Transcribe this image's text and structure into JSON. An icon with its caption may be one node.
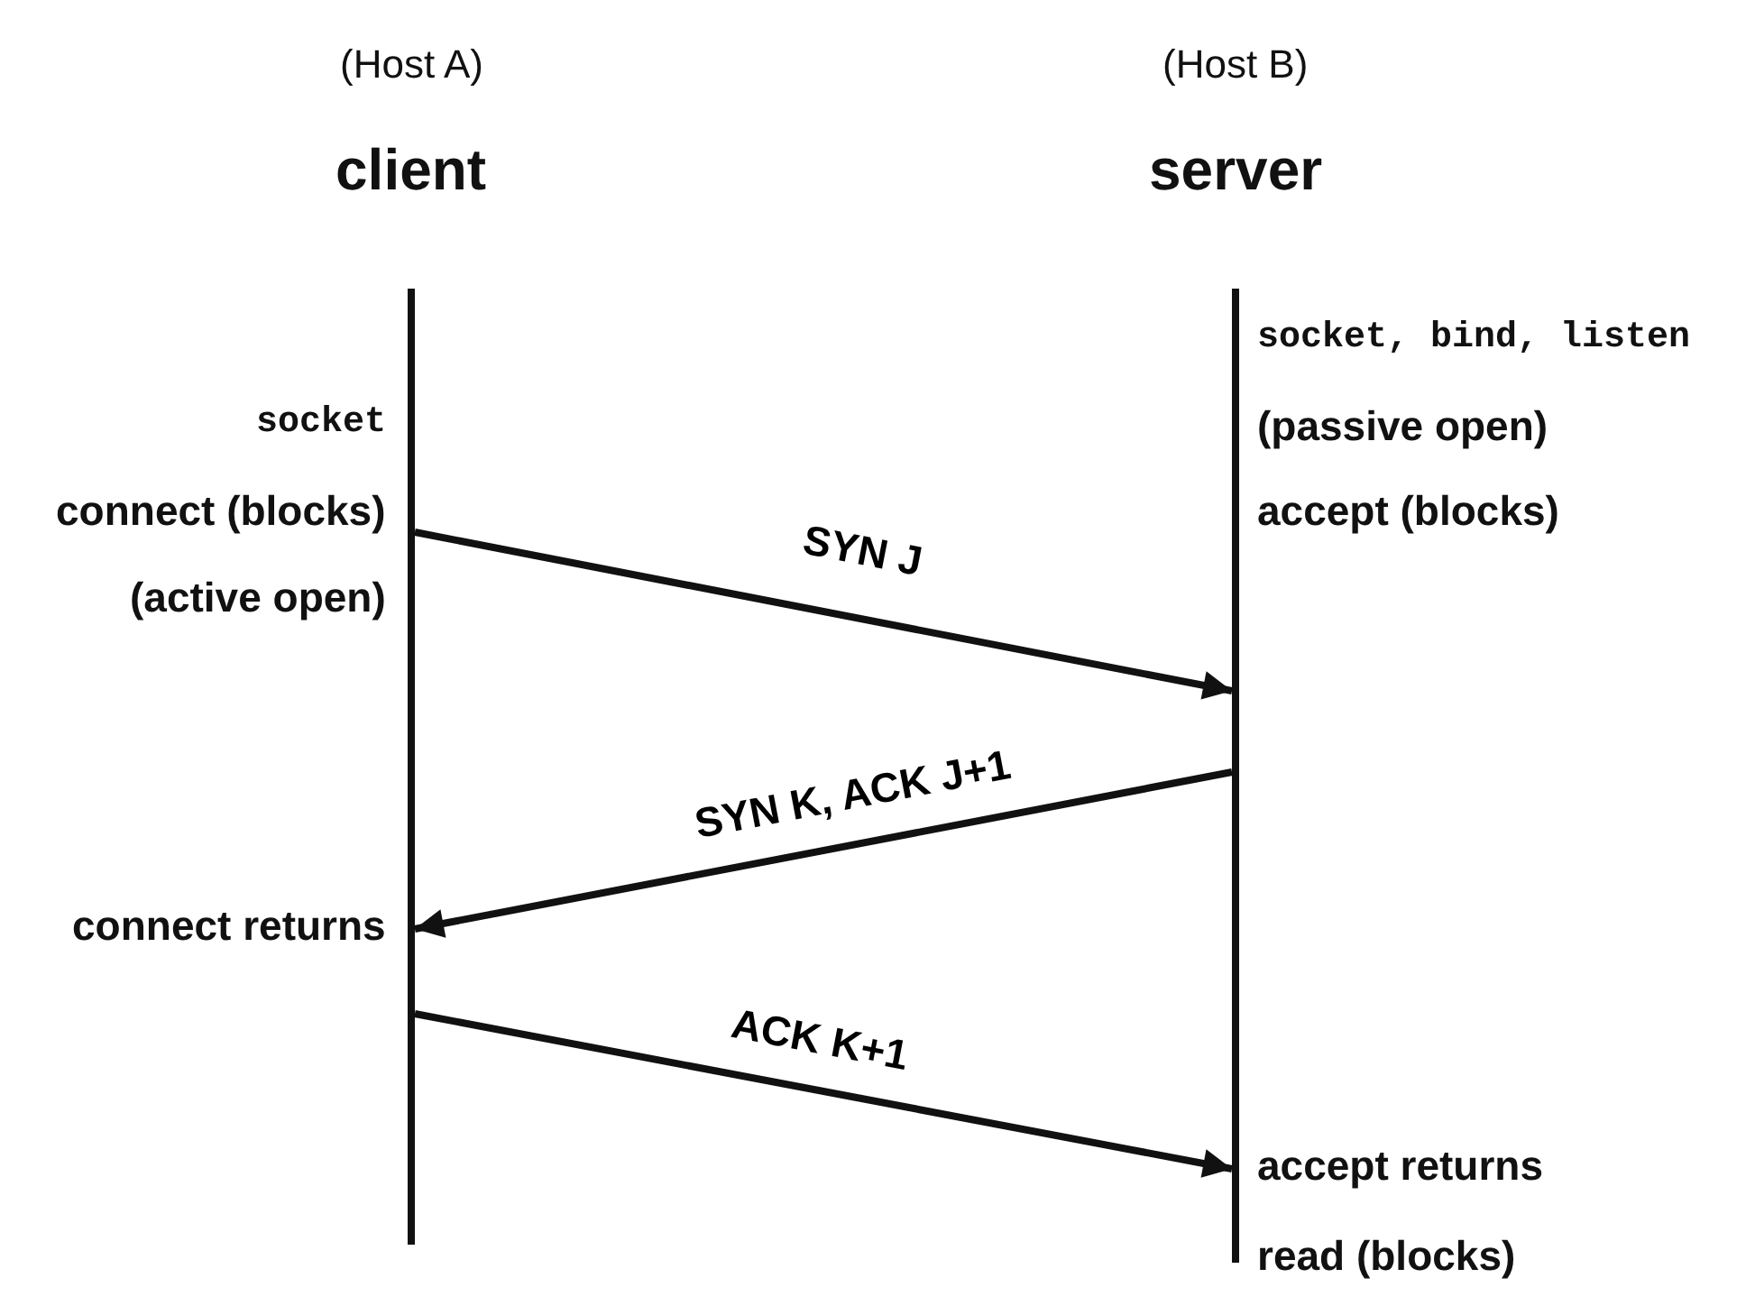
{
  "diagram": {
    "nodes": [
      {
        "text": [],
        "shape": "bar"
      },
      {
        "text": [],
        "shape": "bar"
      }
    ],
    "edges": [
      {
        "from": 0,
        "to": 1,
        "arrow": "to",
        "label": "SYN J"
      },
      {
        "from": 1,
        "to": 0,
        "arrow": "to",
        "label": "SYN K, ACK J+1"
      },
      {
        "from": 0,
        "to": 1,
        "arrow": "to",
        "label": "ACK K+1"
      }
    ],
    "labels": [
      "(Host A)",
      "client",
      "(Host B)",
      "server",
      "socket",
      "socket, bind, listen",
      "(passive open)",
      "connect (blocks)",
      "accept (blocks)",
      "(active open)",
      "connect returns",
      "accept returns",
      "read (blocks)"
    ]
  }
}
